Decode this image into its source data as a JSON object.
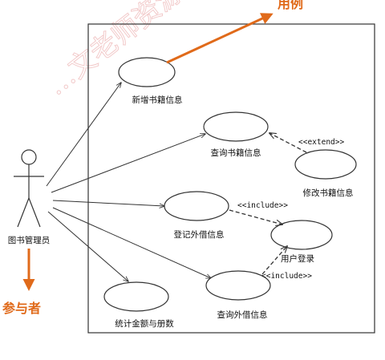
{
  "watermark": "…文老师资源",
  "annotations": {
    "use_case": "用例",
    "actor": "参与者"
  },
  "actor": {
    "name": "图书管理员"
  },
  "use_cases": [
    {
      "id": "add",
      "label": "新增书籍信息"
    },
    {
      "id": "query_book",
      "label": "查询书籍信息"
    },
    {
      "id": "modify",
      "label": "修改书籍信息"
    },
    {
      "id": "register",
      "label": "登记外借信息"
    },
    {
      "id": "login",
      "label": "用户登录"
    },
    {
      "id": "stats",
      "label": "统计金额与册数"
    },
    {
      "id": "query_loan",
      "label": "查询外借信息"
    }
  ],
  "relations": {
    "extend": "<<extend>>",
    "include_1": "<<include>>",
    "include_2": "<<include>>"
  },
  "colors": {
    "accent": "#e06a1a",
    "line": "#333333",
    "watermark": "#e8a0a0"
  }
}
